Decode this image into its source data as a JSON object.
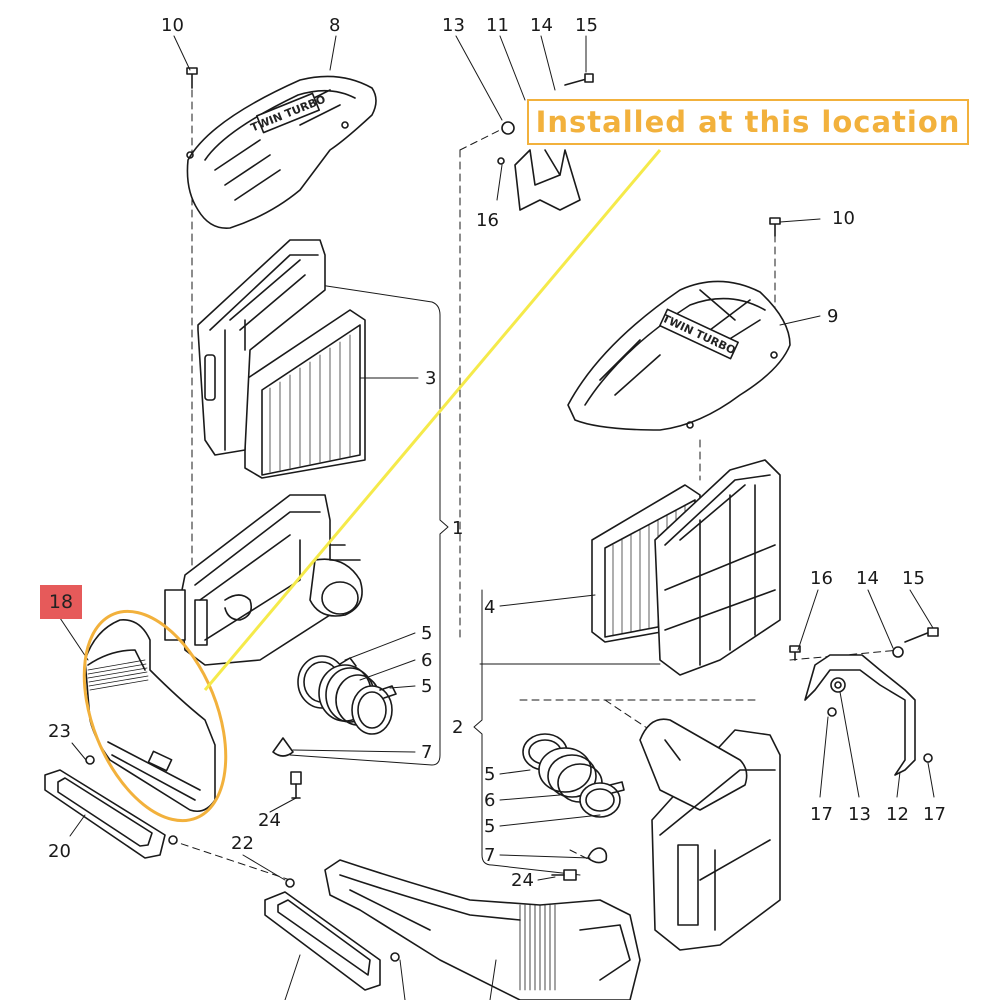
{
  "callout": {
    "text": "Installed at this location",
    "color": "#f2b13c"
  },
  "highlight": {
    "part": "18",
    "badge_color": "#e65a5a",
    "ring_color": "#f2b13c",
    "leader_color": "#f5ea4a"
  },
  "logos": {
    "left_cover": "TWIN TURBO",
    "right_cover": "TWIN TURBO"
  },
  "part_labels": [
    "10",
    "8",
    "13",
    "11",
    "14",
    "15",
    "16",
    "10",
    "9",
    "3",
    "1",
    "4",
    "16",
    "14",
    "15",
    "5",
    "6",
    "5",
    "7",
    "2",
    "5",
    "6",
    "5",
    "7",
    "24",
    "24",
    "23",
    "20",
    "22",
    "17",
    "13",
    "12",
    "17"
  ]
}
